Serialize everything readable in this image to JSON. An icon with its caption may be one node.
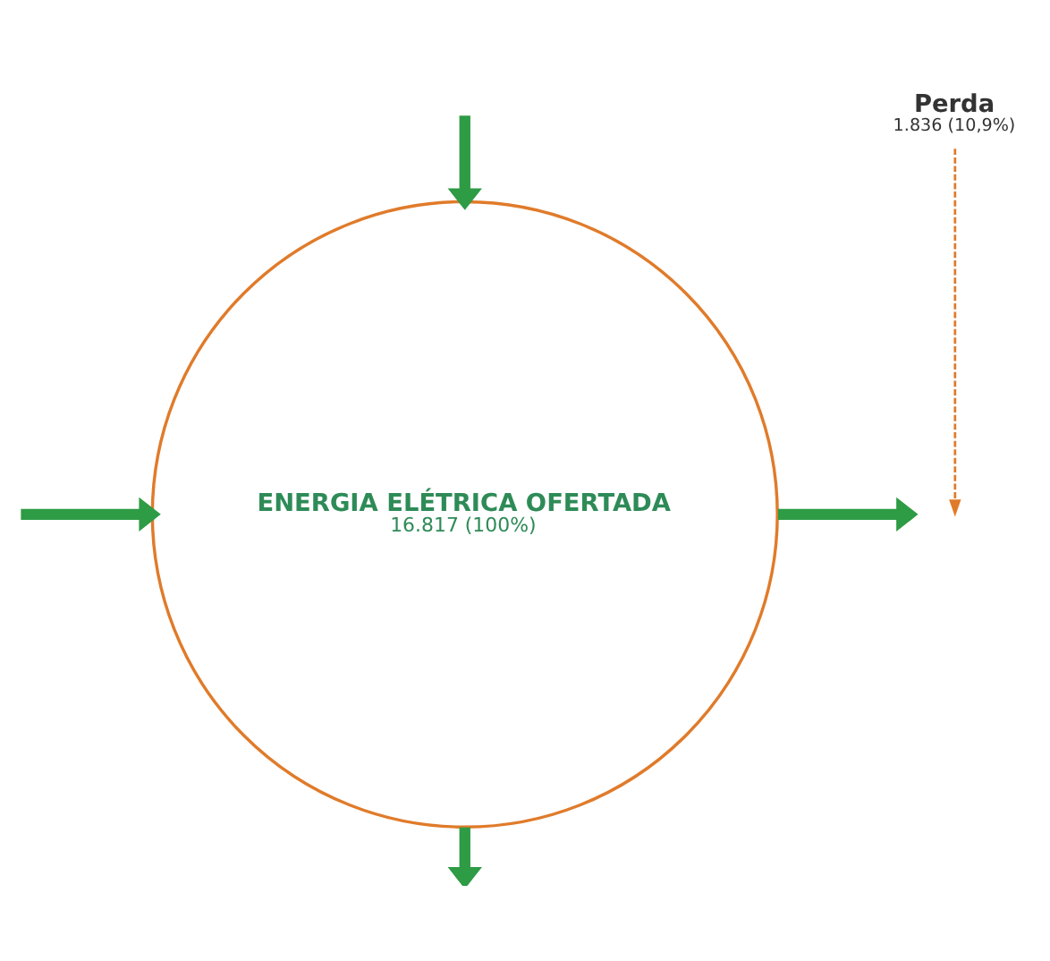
{
  "diagram": {
    "nodes": [
      {
        "text": [
          "ENERGIA ELÉTRICA OFERTADA",
          "16.817 (100%)"
        ]
      },
      {
        "text": [
          "Perda",
          "1.836 (10,9%)"
        ]
      }
    ],
    "edges": [
      {
        "from": 0,
        "to": null,
        "arrow": "to"
      },
      {
        "from": null,
        "to": 0,
        "arrow": "to"
      },
      {
        "from": null,
        "to": 0,
        "arrow": "to"
      },
      {
        "from": 0,
        "to": null,
        "arrow": "to"
      },
      {
        "from": 1,
        "to": null,
        "arrow": "to",
        "style": "dashed",
        "color": "#e07b2a"
      }
    ]
  }
}
